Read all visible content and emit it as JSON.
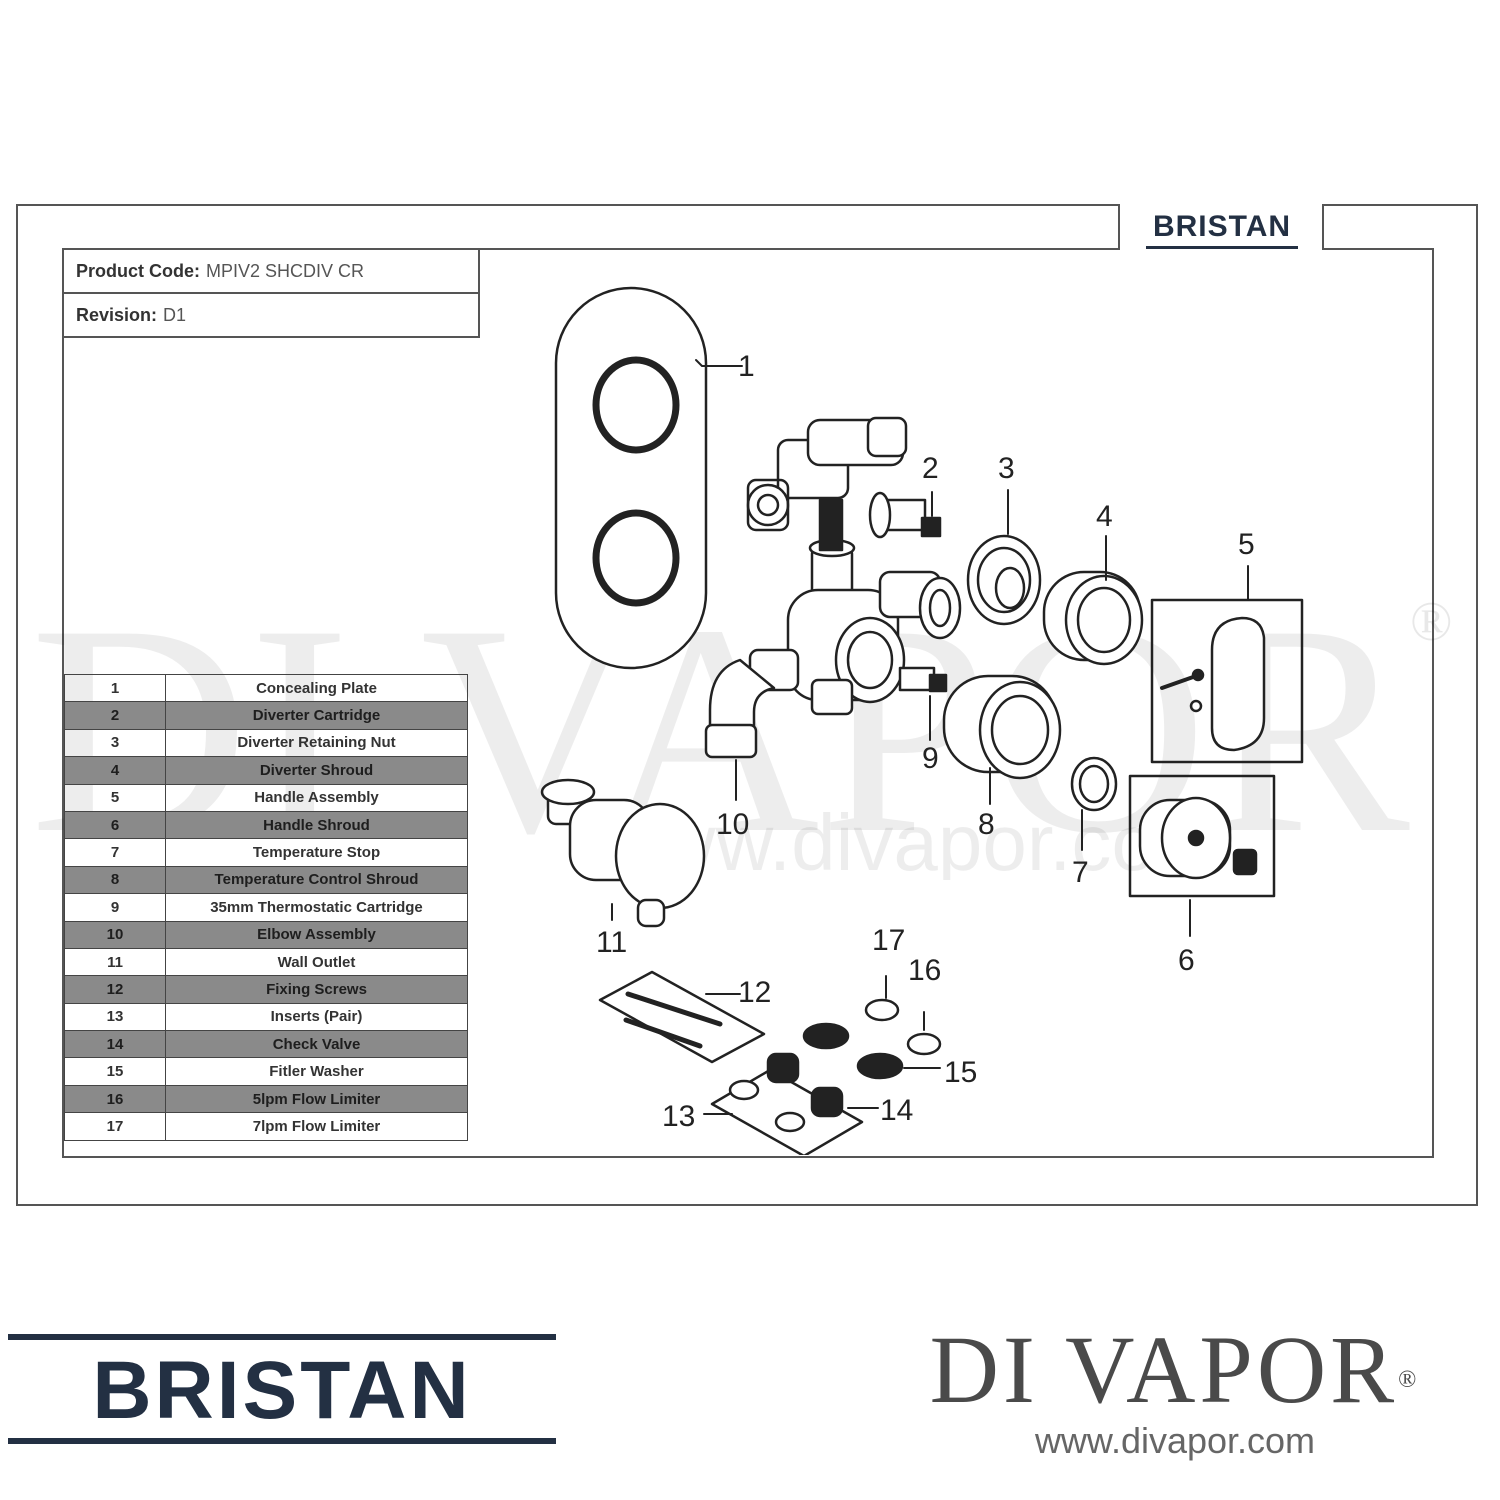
{
  "brand_name": "BRISTAN",
  "product_label": "Product Code:",
  "product_code": "MPIV2 SHCDIV CR",
  "revision_label": "Revision:",
  "revision": "D1",
  "parts": [
    {
      "no": "1",
      "name": "Concealing Plate"
    },
    {
      "no": "2",
      "name": "Diverter Cartridge"
    },
    {
      "no": "3",
      "name": "Diverter Retaining Nut"
    },
    {
      "no": "4",
      "name": "Diverter Shroud"
    },
    {
      "no": "5",
      "name": "Handle Assembly"
    },
    {
      "no": "6",
      "name": "Handle Shroud"
    },
    {
      "no": "7",
      "name": "Temperature Stop"
    },
    {
      "no": "8",
      "name": "Temperature Control Shroud"
    },
    {
      "no": "9",
      "name": "35mm Thermostatic Cartridge"
    },
    {
      "no": "10",
      "name": "Elbow Assembly"
    },
    {
      "no": "11",
      "name": "Wall Outlet"
    },
    {
      "no": "12",
      "name": "Fixing Screws"
    },
    {
      "no": "13",
      "name": "Inserts (Pair)"
    },
    {
      "no": "14",
      "name": "Check Valve"
    },
    {
      "no": "15",
      "name": "Fitler Washer"
    },
    {
      "no": "16",
      "name": "5lpm Flow Limiter"
    },
    {
      "no": "17",
      "name": "7lpm Flow Limiter"
    }
  ],
  "callouts": [
    "1",
    "2",
    "3",
    "4",
    "5",
    "6",
    "7",
    "8",
    "9",
    "10",
    "11",
    "12",
    "13",
    "14",
    "15",
    "16",
    "17"
  ],
  "watermark_text": "DI VAPOR",
  "watermark_reg": "®",
  "watermark_url": "www.divapor.com",
  "footer_brand": "BRISTAN",
  "footer_logo_text": "DI VAPOR",
  "footer_logo_reg": "®",
  "footer_url": "www.divapor.com",
  "colors": {
    "brand_navy": "#233043",
    "line": "#444444",
    "row_shade": "#8a8a8a"
  }
}
